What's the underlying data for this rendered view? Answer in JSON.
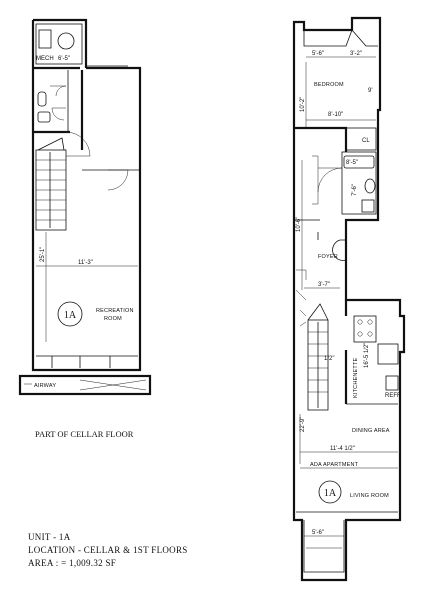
{
  "cellar": {
    "title": "PART OF CELLAR FLOOR",
    "label_mech": "MECH",
    "dim_mech": "6'-5\"",
    "dim_length": "25'-1\"",
    "dim_width": "11'-3\"",
    "unit_badge": "1A",
    "room_name_1": "RECREATION",
    "room_name_2": "ROOM",
    "airway": "AIRWAY"
  },
  "first_floor": {
    "dim_top_left": "5'-6\"",
    "dim_top_right": "3'-2\"",
    "bedroom": "BEDROOM",
    "dim_bed_height": "10'-2\"",
    "dim_bed_side": "9'",
    "dim_bed_width": "8'-10\"",
    "cl": "CL",
    "dim_bath_w": "8'-5\"",
    "dim_bath_h": "7'-6\"",
    "dim_hall": "10'-6\"",
    "foyer": "FOYER",
    "dim_foyer": "3'-7\"",
    "dim_stair": "1/2\"",
    "kitchenette": "KITCHENETTE",
    "dim_kitchen": "16'-5 1/2\"",
    "refr": "REFR",
    "dim_dining_height": "22'-9\"",
    "dining": "DINING AREA",
    "dim_living_width": "11'-4 1/2\"",
    "ada_note": "ADA APARTMENT",
    "unit_badge": "1A",
    "living": "LIVING ROOM",
    "dim_bottom": "5'-6\""
  },
  "info": {
    "unit": "UNIT -   1A",
    "location": "LOCATION - CELLAR & 1ST FLOORS",
    "area": "AREA : = 1,009.32 SF"
  }
}
